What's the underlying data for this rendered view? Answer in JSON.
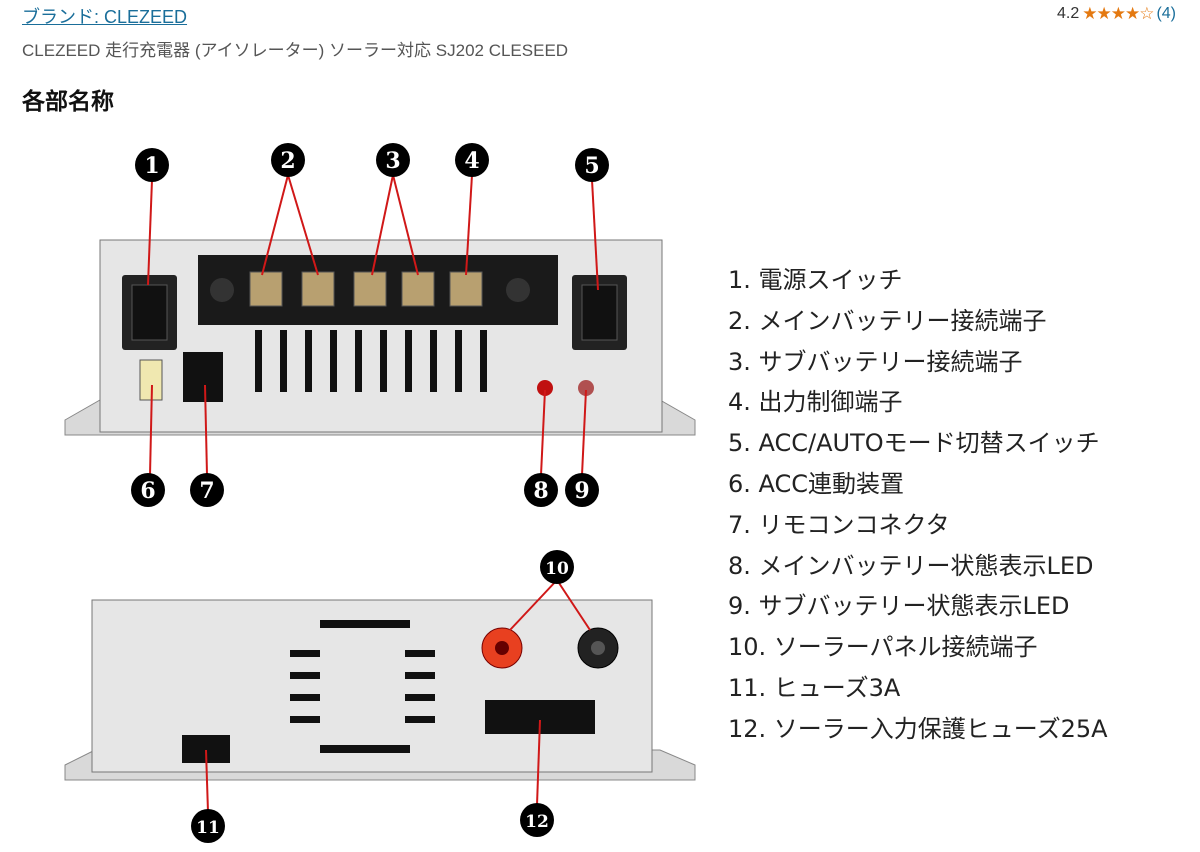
{
  "header": {
    "brand_link": "ブランド: CLEZEED",
    "product_title": "CLEZEED 走行充電器 (アイソレーター) ソーラー対応 SJ202 CLESEED",
    "rating_value": "4.2",
    "rating_stars": 4.2,
    "stars_glyph": "★★★★☆",
    "review_count": "(4)"
  },
  "image": {
    "heading": "各部名称",
    "badges": [
      "1",
      "2",
      "3",
      "4",
      "5",
      "6",
      "7",
      "8",
      "9",
      "10",
      "11",
      "12"
    ],
    "parts": [
      "1.  電源スイッチ",
      "2.  メインバッテリー接続端子",
      "3.  サブバッテリー接続端子",
      "4.  出力制御端子",
      "5.  ACC/AUTOモード切替スイッチ",
      "6.  ACC連動装置",
      "7. リモコンコネクタ",
      "8. メインバッテリー状態表示LED",
      "9. サブバッテリー状態表示LED",
      "10.  ソーラーパネル接続端子",
      "11.  ヒューズ3A",
      "12.  ソーラー入力保護ヒューズ25A"
    ]
  },
  "colors": {
    "link": "#1a6e9a",
    "star": "#e47911",
    "pointer": "#d01818"
  }
}
